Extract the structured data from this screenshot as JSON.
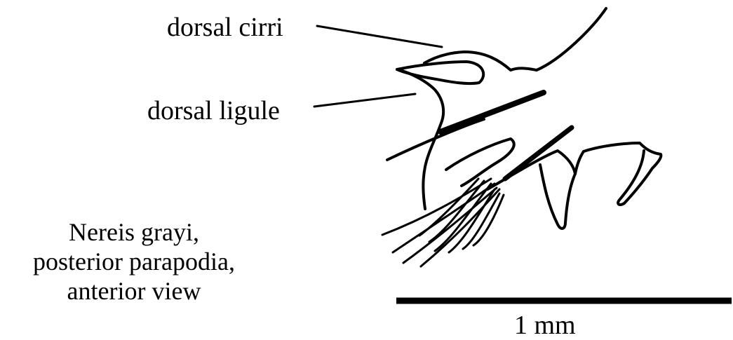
{
  "labels": {
    "dorsal_cirri": "dorsal cirri",
    "dorsal_ligule": "dorsal ligule"
  },
  "caption": {
    "line1": "Nereis grayi,",
    "line2": "posterior parapodia,",
    "line3": "anterior view"
  },
  "scale_bar": {
    "label": "1 mm"
  }
}
